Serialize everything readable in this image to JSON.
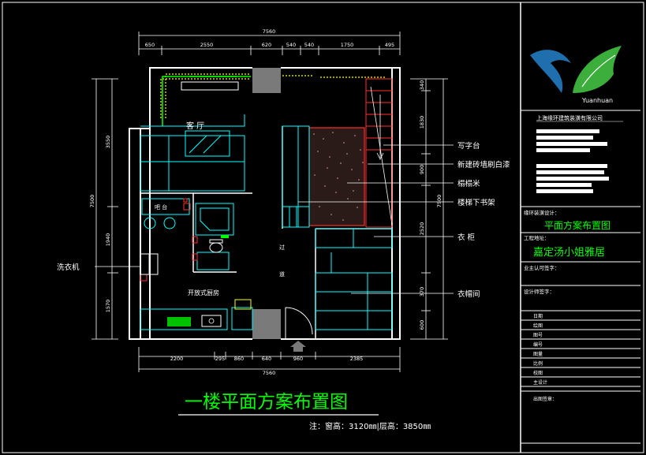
{
  "drawing_title": "一楼平面方案布置图",
  "drawing_note": "注：窗高：3120㎜|层高：3850㎜",
  "dims": {
    "top_total": "7560",
    "top_segments": [
      "650",
      "2550",
      "620",
      "540",
      "540",
      "1750",
      "495"
    ],
    "bottom_total": "7560",
    "bottom_segments": [
      "2200",
      "295",
      "860",
      "640",
      "960",
      "2385"
    ],
    "left_total": "7500",
    "left_segments": [
      "3550",
      "1940",
      "1570"
    ],
    "right_total": "7500",
    "right_segments": [
      "340",
      "1830",
      "900",
      "2520",
      "370",
      "600"
    ]
  },
  "rooms": {
    "living": "客 厅",
    "kitchen": "开放式厨房",
    "hall": "过",
    "hall2": "道",
    "counter": "吧 台"
  },
  "callouts": {
    "desk": "写字台",
    "wall": "新建砖墙刷白漆",
    "tatami": "榻榻米",
    "shelf": "楼梯下书架",
    "wardrobe": "衣 柜",
    "cloakroom": "衣帽间",
    "washer": "洗衣机"
  },
  "logo": {
    "name": "Yuanhuan"
  },
  "title_block": {
    "company": "上海缘环建筑装潢有限公司",
    "design_label": "缘环装潢设计：",
    "design_value": "平面方案布置图",
    "address_label": "工程地址：",
    "address_value": "嘉定汤小姐雅居",
    "owner_label": "业主认可签字：",
    "designer_label": "设计师签字：",
    "fields": [
      "日期",
      "绘图",
      "图号",
      "编号",
      "图量",
      "比例",
      "校图",
      "主设计"
    ],
    "stamp_label": "出图签章："
  },
  "colors": {
    "wall": "#ffffff",
    "dim": "#00ffff",
    "green": "#00ff00",
    "yellow": "#ffff00",
    "red": "#ff3030",
    "gray": "#7a7a7a",
    "logo_blue": "#1f6fae",
    "logo_green": "#3cae3c"
  }
}
